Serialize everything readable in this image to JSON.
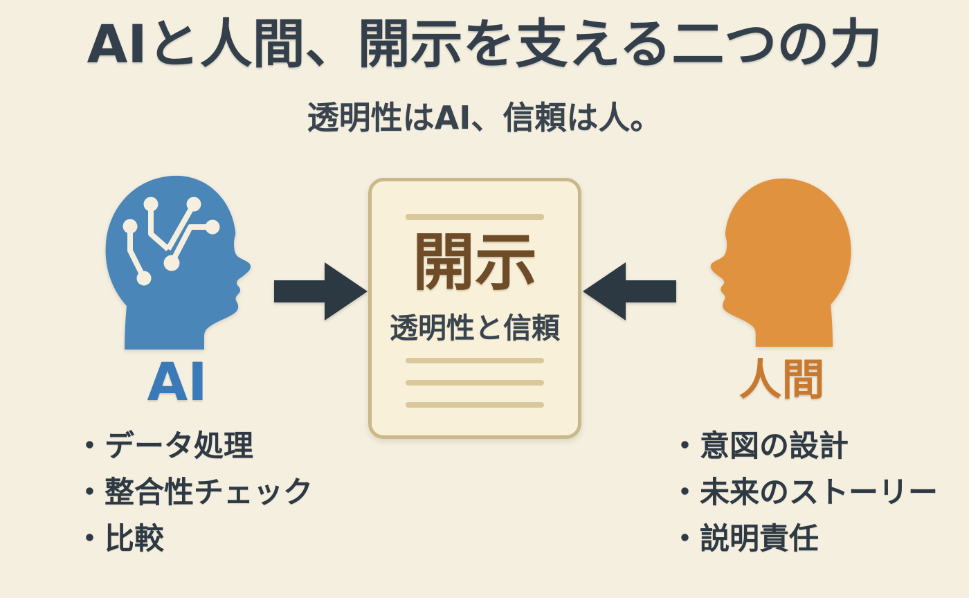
{
  "title": "AIと人間、開示を支える二つの力",
  "subtitle": "透明性はAI、信頼は人。",
  "left": {
    "label": "AI",
    "items": [
      "・データ処理",
      "・整合性チェック",
      "・比較"
    ]
  },
  "center": {
    "heading": "開示",
    "subheading": "透明性と信頼"
  },
  "right": {
    "label": "人間",
    "items": [
      "・意図の設計",
      "・未来のストーリー",
      "・説明責任"
    ]
  },
  "colors": {
    "background": "#f5efe0",
    "title_text": "#333f4a",
    "subtitle_text": "#3a444e",
    "ai_blue": "#4a86b8",
    "ai_label_blue": "#3b7ab8",
    "human_orange": "#e0923f",
    "human_label_orange": "#c9792e",
    "arrow_dark": "#2d3942",
    "card_bg": "#f8f0d9",
    "card_border": "#c9b88a",
    "card_heading_brown": "#6e4c27",
    "card_rule": "#d8c89c",
    "list_text": "#2e3943"
  }
}
